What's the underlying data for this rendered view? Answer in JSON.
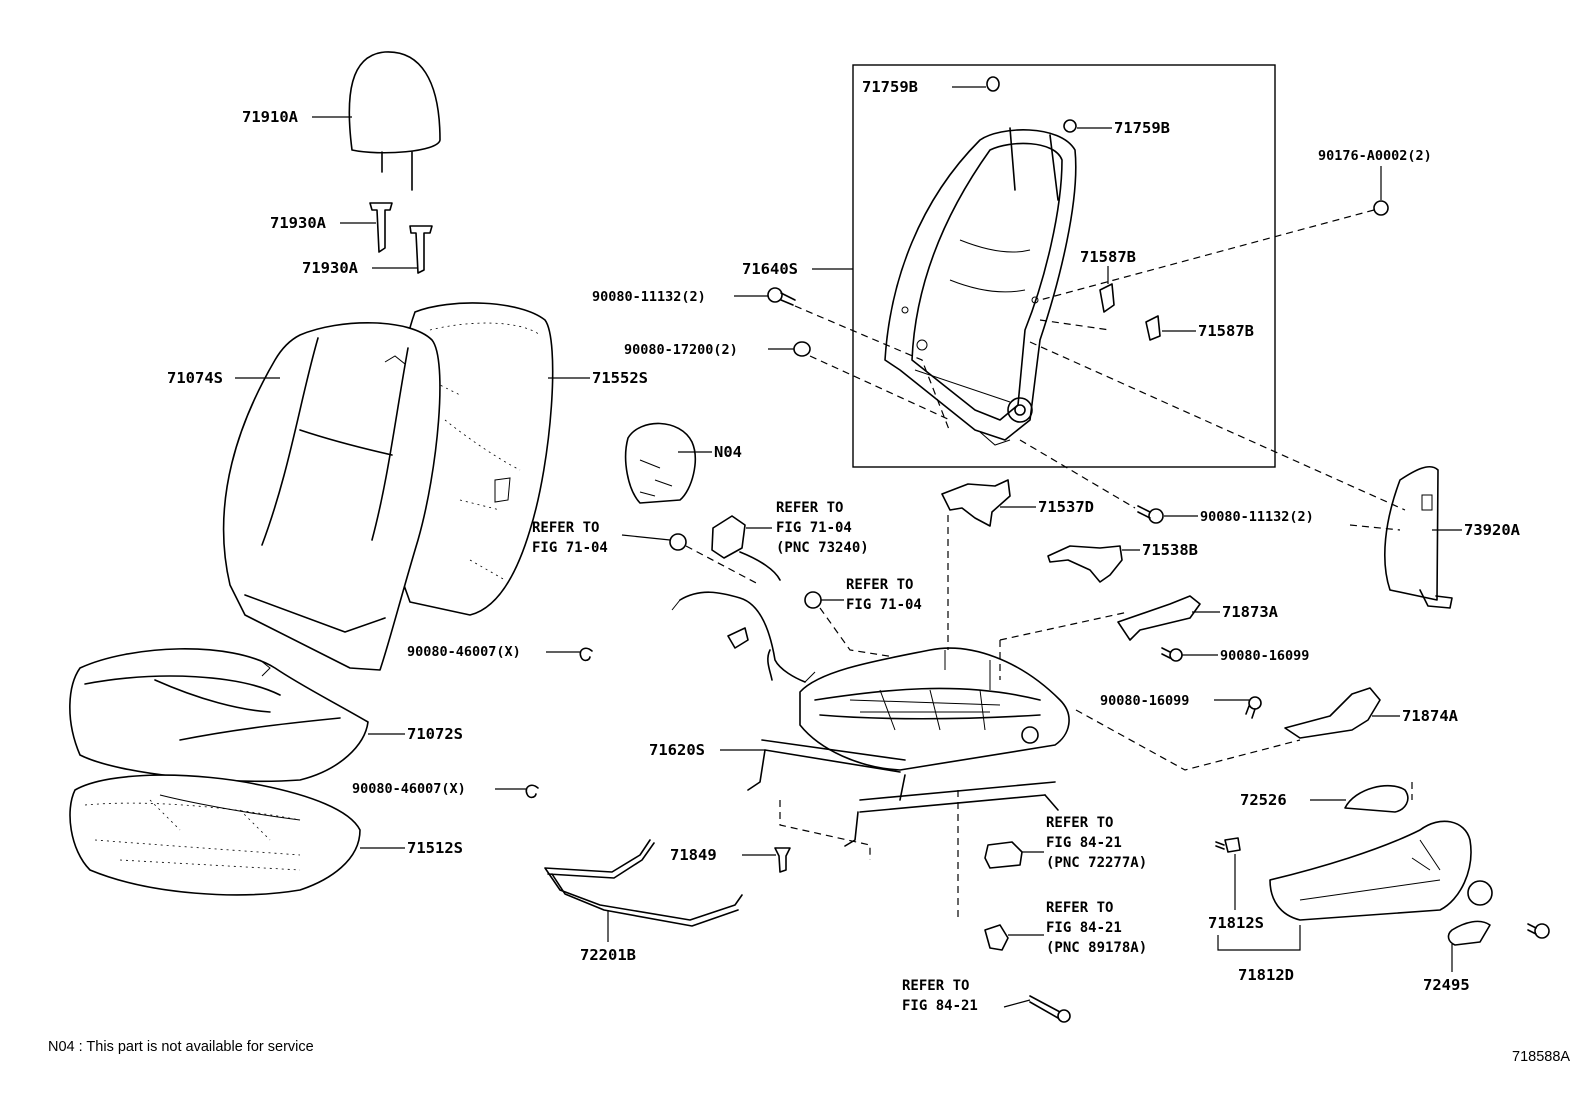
{
  "callouts": {
    "headrest": "71910A",
    "support_a": "71930A",
    "support_b": "71930A",
    "back_cover": "71074S",
    "back_pad": "71552S",
    "cushion_cover": "71072S",
    "cushion_pad": "71512S",
    "hog_ring_1": "90080-46007(X)",
    "hog_ring_2": "90080-46007(X)",
    "n04": "N04",
    "back_frame": "71640S",
    "cap_1": "71759B",
    "cap_2": "71759B",
    "bolt_11132_a": "90080-11132(2)",
    "nut_17200": "90080-17200(2)",
    "bolt_a0002": "90176-A0002(2)",
    "clip_1": "71587B",
    "clip_2": "71587B",
    "side_airbag": "73920A",
    "bolt_11132_b": "90080-11132(2)",
    "bracket_537": "71537D",
    "bracket_538": "71538B",
    "cover_873": "71873A",
    "screw_16099_a": "90080-16099",
    "screw_16099_b": "90080-16099",
    "cover_874": "71874A",
    "adjuster": "71620S",
    "clip_849": "71849",
    "wire_201": "72201B",
    "knob_526": "72526",
    "fastener_812": "71812S",
    "shield_812": "71812D",
    "lever_495": "72495"
  },
  "refs": {
    "ref_a": {
      "l1": "REFER TO",
      "l2": "FIG 71-04"
    },
    "ref_b": {
      "l1": "REFER TO",
      "l2": "FIG 71-04",
      "l3": "(PNC 73240)"
    },
    "ref_c": {
      "l1": "REFER TO",
      "l2": "FIG 71-04"
    },
    "ref_d": {
      "l1": "REFER TO",
      "l2": "FIG 84-21",
      "l3": "(PNC 72277A)"
    },
    "ref_e": {
      "l1": "REFER TO",
      "l2": "FIG 84-21",
      "l3": "(PNC 89178A)"
    },
    "ref_f": {
      "l1": "REFER TO",
      "l2": "FIG 84-21"
    }
  },
  "footer": {
    "note": "N04 : This part is not available for service",
    "diagram_id": "718588A"
  }
}
